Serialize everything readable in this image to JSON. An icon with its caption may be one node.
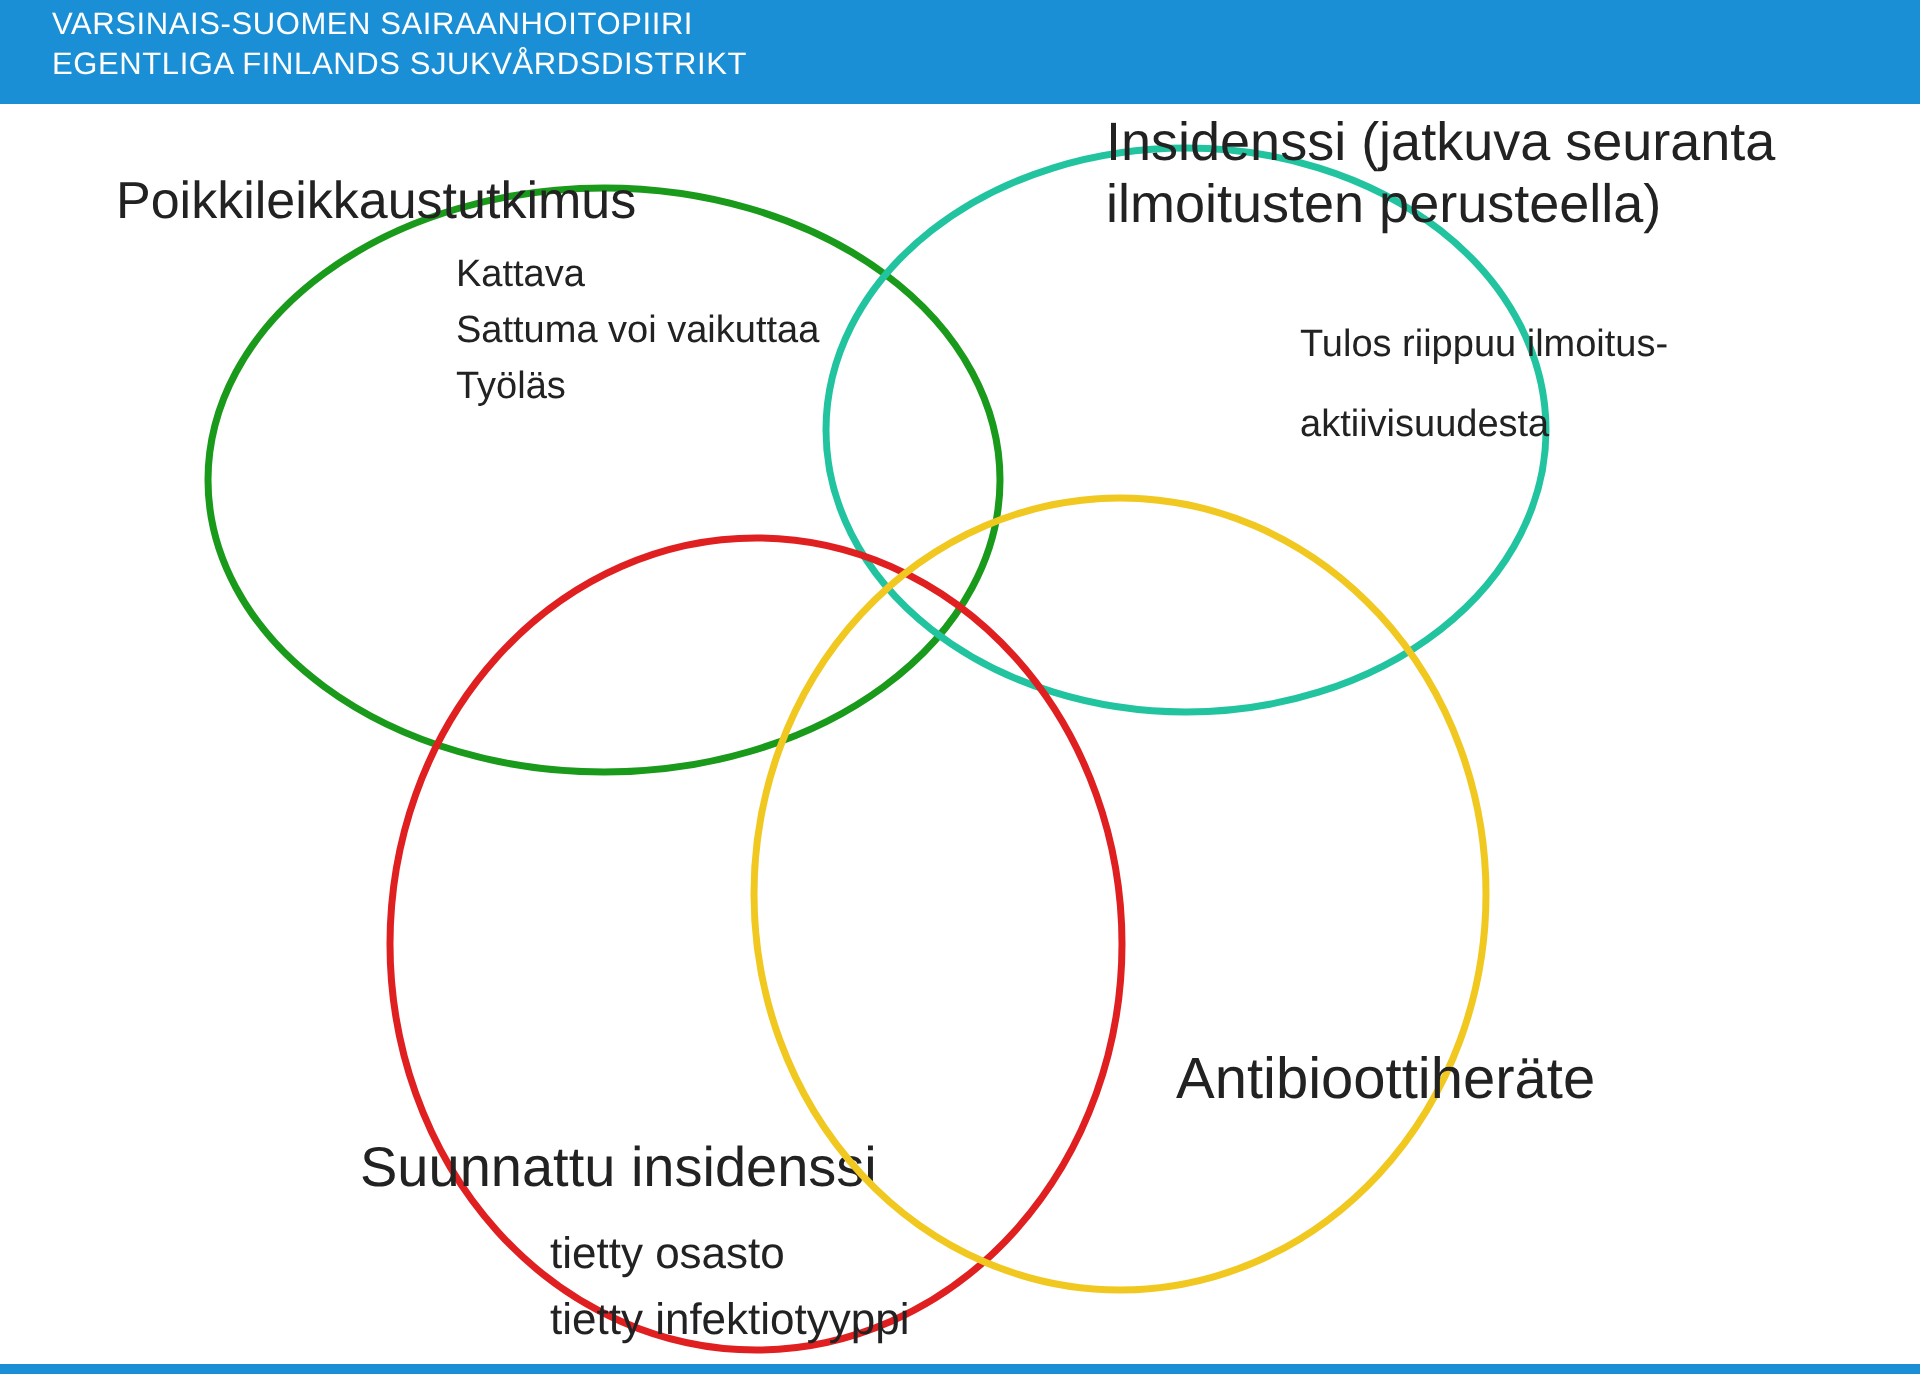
{
  "diagram": {
    "nodes": [
      {
        "text": [
          "Poikkileikkaustutkimus",
          "Kattava",
          "Sattuma voi vaikuttaa",
          "Työläs"
        ]
      },
      {
        "text": [
          "Insidenssi (jatkuva seuranta ilmoitusten perusteella)",
          "Tulos riippuu ilmoitus- aktiivisuudesta"
        ]
      },
      {
        "text": [
          "Suunnattu insidenssi",
          "tietty osasto",
          "tietty infektiotyyppi"
        ]
      },
      {
        "text": [
          "Antibioottiheräte"
        ]
      }
    ],
    "edges": [],
    "labels": [
      "VARSINAIS-SUOMEN SAIRAANHOITOPIIRI",
      "EGENTLIGA FINLANDS SJUKVÅRDSDISTRIKT"
    ]
  }
}
